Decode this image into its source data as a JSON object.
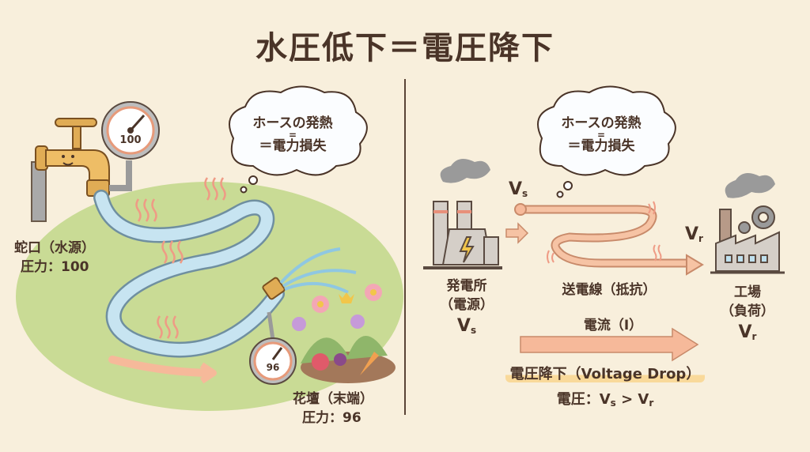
{
  "title": "水圧低下＝電圧降下",
  "left": {
    "cloud": {
      "line1": "ホースの発熱",
      "line2": "=",
      "line3": "＝電力損失"
    },
    "source_gauge": "100",
    "end_gauge": "96",
    "source_label": {
      "name": "蛇口（水源）",
      "pressure": "圧力：100"
    },
    "end_label": {
      "name": "花壇（末端）",
      "pressure": "圧力：96"
    }
  },
  "right": {
    "cloud": {
      "line1": "ホースの発熱",
      "line2": "=",
      "line3": "＝電力損失"
    },
    "vs_top": {
      "main": "V",
      "sub": "s"
    },
    "vr_top": {
      "main": "V",
      "sub": "r"
    },
    "plant_label": {
      "line1": "発電所",
      "line2": "（電源）",
      "v": "V",
      "sub": "s"
    },
    "line_label": "送電線（抵抗）",
    "factory_label": {
      "line1": "工場",
      "line2": "（負荷）",
      "v": "V",
      "sub": "r"
    },
    "current_label": "電流（I）",
    "drop_label": "電圧降下（Voltage Drop）",
    "relation": {
      "prefix": "電圧：",
      "v1": "V",
      "s1": "s",
      "op": " > ",
      "v2": "V",
      "s2": "r"
    }
  },
  "colors": {
    "background": "#f8efdc",
    "text": "#4a3428",
    "grass": "#c9db95",
    "hose": "#bfe0ee",
    "arrow": "#f6b99a",
    "highlight": "#f9d99a"
  }
}
